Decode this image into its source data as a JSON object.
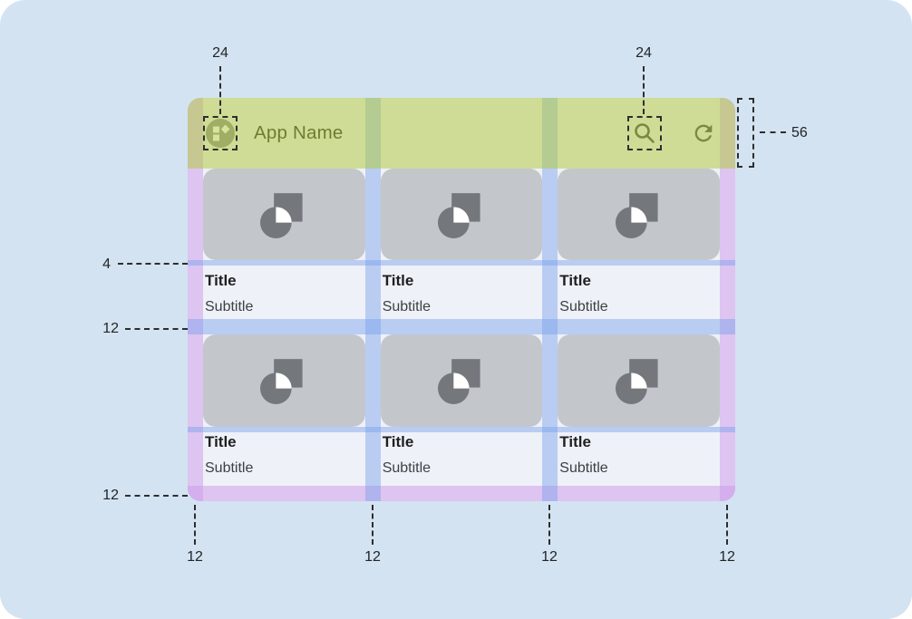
{
  "appbar": {
    "app_name": "App Name",
    "icons": {
      "app_logo": "dashboard-shapes-icon",
      "search": "magnifier-icon",
      "refresh": "circular-arrow-icon"
    }
  },
  "grid": {
    "cards": [
      {
        "title": "Title",
        "subtitle": "Subtitle"
      },
      {
        "title": "Title",
        "subtitle": "Subtitle"
      },
      {
        "title": "Title",
        "subtitle": "Subtitle"
      },
      {
        "title": "Title",
        "subtitle": "Subtitle"
      },
      {
        "title": "Title",
        "subtitle": "Subtitle"
      },
      {
        "title": "Title",
        "subtitle": "Subtitle"
      }
    ]
  },
  "annotations": {
    "appbar_icon_size": "24",
    "appbar_action_size": "24",
    "appbar_height": "56",
    "image_text_gap": "4",
    "row_gap": "12",
    "bottom_margin": "12",
    "left_margin": "12",
    "gutter_left": "12",
    "gutter_right": "12",
    "right_margin": "12"
  },
  "colors": {
    "background": "#d3e3f1",
    "mock_bg": "#eff1f8",
    "appbar_overlay": "#B1C93985",
    "margin_overlay": "#CB97E980",
    "spacing_overlay": "#78A0EB73",
    "card_image": "#c3c7cc",
    "card_icon": "#74787d",
    "app_circle": "#8a9095",
    "dash": "#2e2e2e"
  }
}
